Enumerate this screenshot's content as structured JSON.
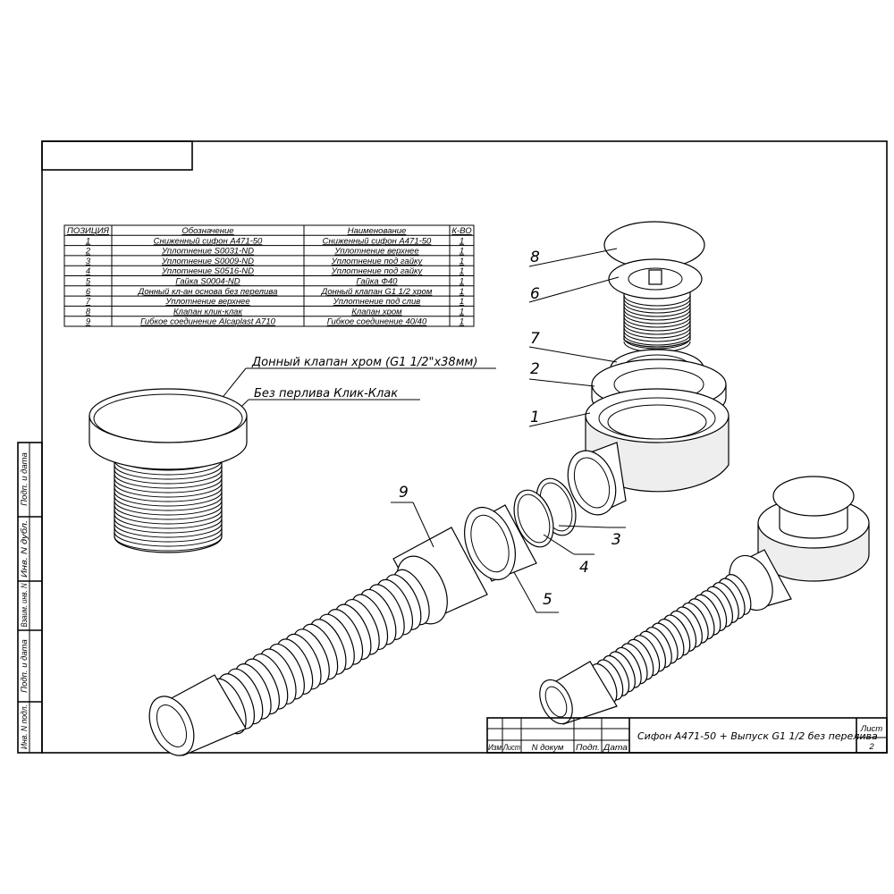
{
  "table": {
    "headers": [
      "ПОЗИЦИЯ",
      "Обозначение",
      "Наименование",
      "К-ВО"
    ],
    "rows": [
      [
        "1",
        "Сниженный сифон A471-50",
        "Сниженный сифон A471-50",
        "1"
      ],
      [
        "2",
        "Уплотнение S0031-ND",
        "Уплотнение верхнее",
        "1"
      ],
      [
        "3",
        "Уплотнение S0009-ND",
        "Уплотнение под гайку",
        "1"
      ],
      [
        "4",
        "Уплотнение S0516-ND",
        "Уплотнение под гайку",
        "1"
      ],
      [
        "5",
        "Гайка S0004-ND",
        "Гайка Ф40",
        "1"
      ],
      [
        "6",
        "Донный кл-ан основа без перелива",
        "Донный клапан G1 1/2 хром",
        "1"
      ],
      [
        "7",
        "Уплотнение верхнее",
        "Уплотнение под слив",
        "1"
      ],
      [
        "8",
        "Клапан клик-клак",
        "Клапан хром",
        "1"
      ],
      [
        "9",
        "Гибкое соединение Alcaplast A710",
        "Гибкое соединение 40/40",
        "1"
      ]
    ]
  },
  "callouts": {
    "line1": "Донный клапан хром (G1 1/2\"x38мм)",
    "line2": "Без перлива Клик-Клак"
  },
  "positions": [
    "1",
    "2",
    "3",
    "4",
    "5",
    "6",
    "7",
    "8",
    "9"
  ],
  "side_stamp": [
    "Подп. и дата",
    "Инв. N дубл.",
    "Взаим. инв. N",
    "Подп. и дата",
    "Инв. N подл."
  ],
  "title_block": {
    "columns": [
      "Изм",
      "Лист",
      "N докум",
      "Подп.",
      "Дата"
    ],
    "title": "Сифон A471-50 + Выпуск G1 1/2 без перелива",
    "sheet_label": "Лист",
    "sheet_number": "2"
  }
}
